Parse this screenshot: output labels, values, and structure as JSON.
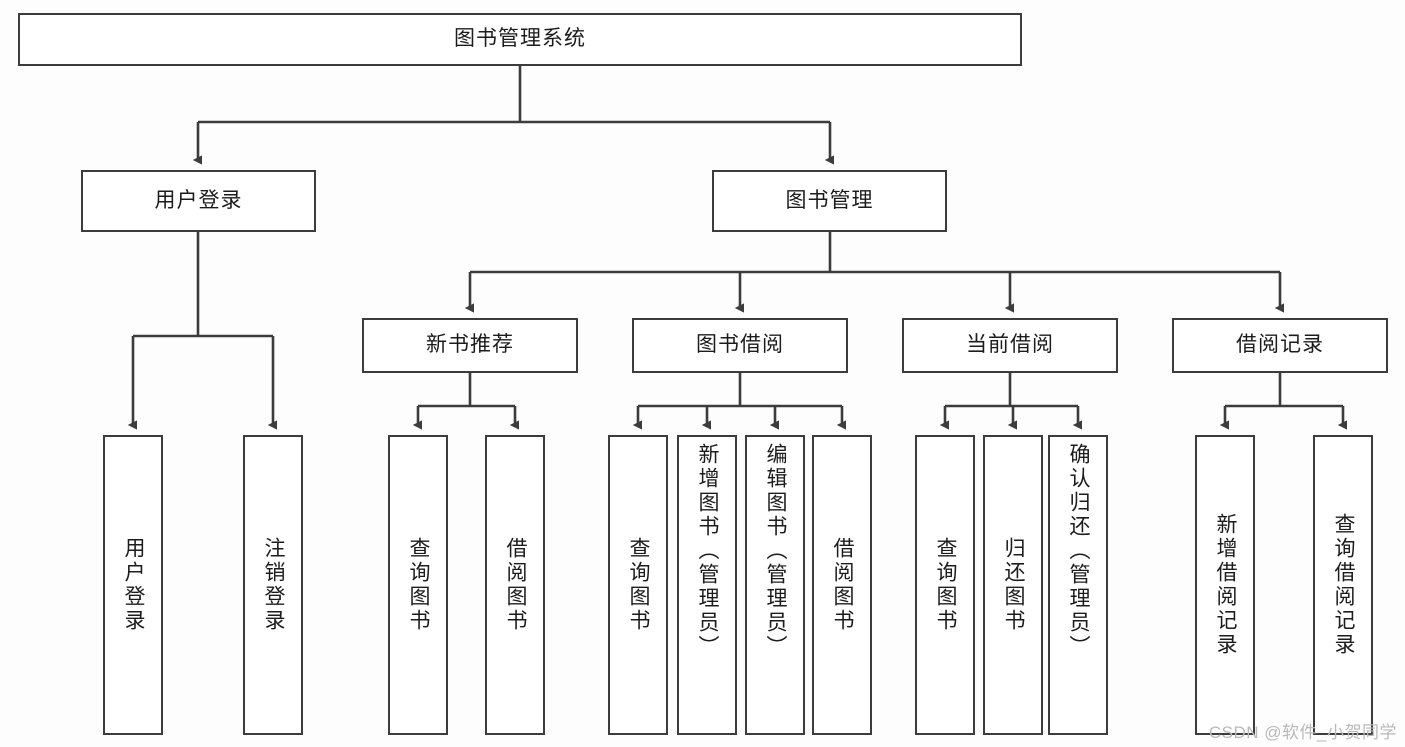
{
  "diagram": {
    "title": "图书管理系统",
    "type": "hierarchy-tree",
    "colors": {
      "background": "#fdfdfd",
      "box_fill": "#ffffff",
      "box_stroke": "#3c3c3c",
      "connector": "#3c3c3c",
      "text": "#1c1c1c",
      "watermark": "#b9b9b9"
    },
    "levels": {
      "root": {
        "label": "图书管理系统"
      },
      "level2": [
        {
          "id": "user-login",
          "label": "用户登录"
        },
        {
          "id": "book-manage",
          "label": "图书管理"
        }
      ],
      "level3": [
        {
          "id": "new-book-rec",
          "label": "新书推荐",
          "parent": "book-manage"
        },
        {
          "id": "book-borrow",
          "label": "图书借阅",
          "parent": "book-manage"
        },
        {
          "id": "current-borrow",
          "label": "当前借阅",
          "parent": "book-manage"
        },
        {
          "id": "borrow-record",
          "label": "借阅记录",
          "parent": "book-manage"
        }
      ],
      "leaves": [
        {
          "id": "leaf-user-login",
          "label": "用户登录",
          "parent": "user-login"
        },
        {
          "id": "leaf-logout",
          "label": "注销登录",
          "parent": "user-login"
        },
        {
          "id": "leaf-query-book-1",
          "label": "查询图书",
          "parent": "new-book-rec"
        },
        {
          "id": "leaf-borrow-book-1",
          "label": "借阅图书",
          "parent": "new-book-rec"
        },
        {
          "id": "leaf-query-book-2",
          "label": "查询图书",
          "parent": "book-borrow"
        },
        {
          "id": "leaf-add-book",
          "label": "新增图书（管理员）",
          "parent": "book-borrow"
        },
        {
          "id": "leaf-edit-book",
          "label": "编辑图书（管理员）",
          "parent": "book-borrow"
        },
        {
          "id": "leaf-borrow-book-2",
          "label": "借阅图书",
          "parent": "book-borrow"
        },
        {
          "id": "leaf-query-book-3",
          "label": "查询图书",
          "parent": "current-borrow"
        },
        {
          "id": "leaf-return-book",
          "label": "归还图书",
          "parent": "current-borrow"
        },
        {
          "id": "leaf-confirm-return",
          "label": "确认归还（管理员）",
          "parent": "current-borrow"
        },
        {
          "id": "leaf-add-record",
          "label": "新增借阅记录",
          "parent": "borrow-record"
        },
        {
          "id": "leaf-query-record",
          "label": "查询借阅记录",
          "parent": "borrow-record"
        }
      ]
    }
  },
  "watermark": {
    "text": "CSDN @软件_小贺同学"
  }
}
